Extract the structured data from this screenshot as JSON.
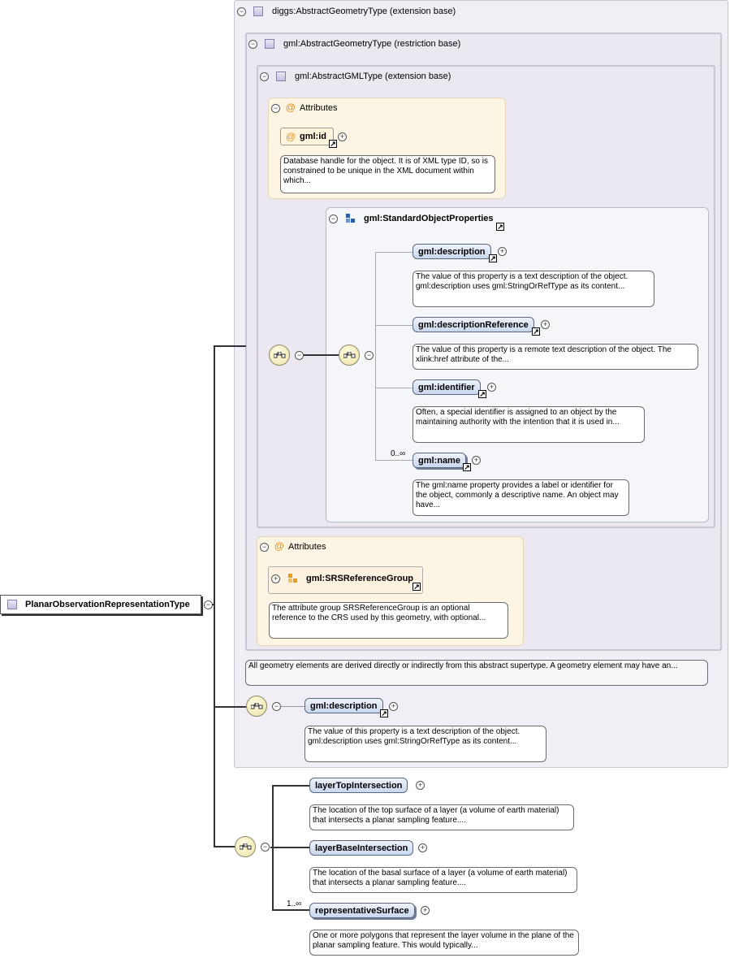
{
  "diagram": {
    "root": {
      "label": "PlanarObservationRepresentationType"
    },
    "diggs_ext": {
      "label": "diggs:AbstractGeometryType (extension base)"
    },
    "gml_restr": {
      "label": "gml:AbstractGeometryType (restriction base)"
    },
    "gml_gml": {
      "label": "gml:AbstractGMLType (extension base)"
    },
    "attributes1": {
      "label": "Attributes",
      "id_attr": "gml:id",
      "id_doc": "Database handle for the object. It is of XML type ID, so is constrained to be unique in the XML document within which..."
    },
    "std_props": {
      "label": "gml:StandardObjectProperties",
      "elements": [
        {
          "name": "gml:description",
          "doc": "The value of this property is a text description of the object. gml:description uses gml:StringOrRefType as its content..."
        },
        {
          "name": "gml:descriptionReference",
          "doc": "The value of this property is a remote text description of the object. The xlink:href attribute of the..."
        },
        {
          "name": "gml:identifier",
          "doc": "Often, a special identifier is assigned to an object by the maintaining authority with the intention that it is used in..."
        },
        {
          "name": "gml:name",
          "doc": "The gml:name property provides a label or identifier for the object, commonly a descriptive name. An object may have...",
          "occurs": "0..∞"
        }
      ]
    },
    "attributes2": {
      "label": "Attributes",
      "group": "gml:SRSReferenceGroup",
      "group_doc": "The attribute group SRSReferenceGroup is an optional reference to the CRS used by this geometry, with optional..."
    },
    "geometry_doc": "All geometry elements are derived directly or indirectly from this abstract supertype. A geometry element may have an...",
    "diggs_desc": {
      "name": "gml:description",
      "doc": "The value of this property is a text description of the object. gml:description uses gml:StringOrRefType as its content..."
    },
    "own_elements": [
      {
        "name": "layerTopIntersection",
        "doc": "The location of the top surface of a layer (a volume of earth material) that intersects a planar sampling feature...."
      },
      {
        "name": "layerBaseIntersection",
        "doc": "The location of the basal surface of a layer (a volume of earth material) that intersects a planar sampling feature...."
      },
      {
        "name": "representativeSurface",
        "doc": "One or more polygons that represent the layer volume in the plane of the planar sampling feature. This would typically...",
        "occurs": "1..∞"
      }
    ],
    "symbols": {
      "collapse": "−",
      "expand": "+",
      "ref_arrow": "↗",
      "attr": "@"
    }
  }
}
